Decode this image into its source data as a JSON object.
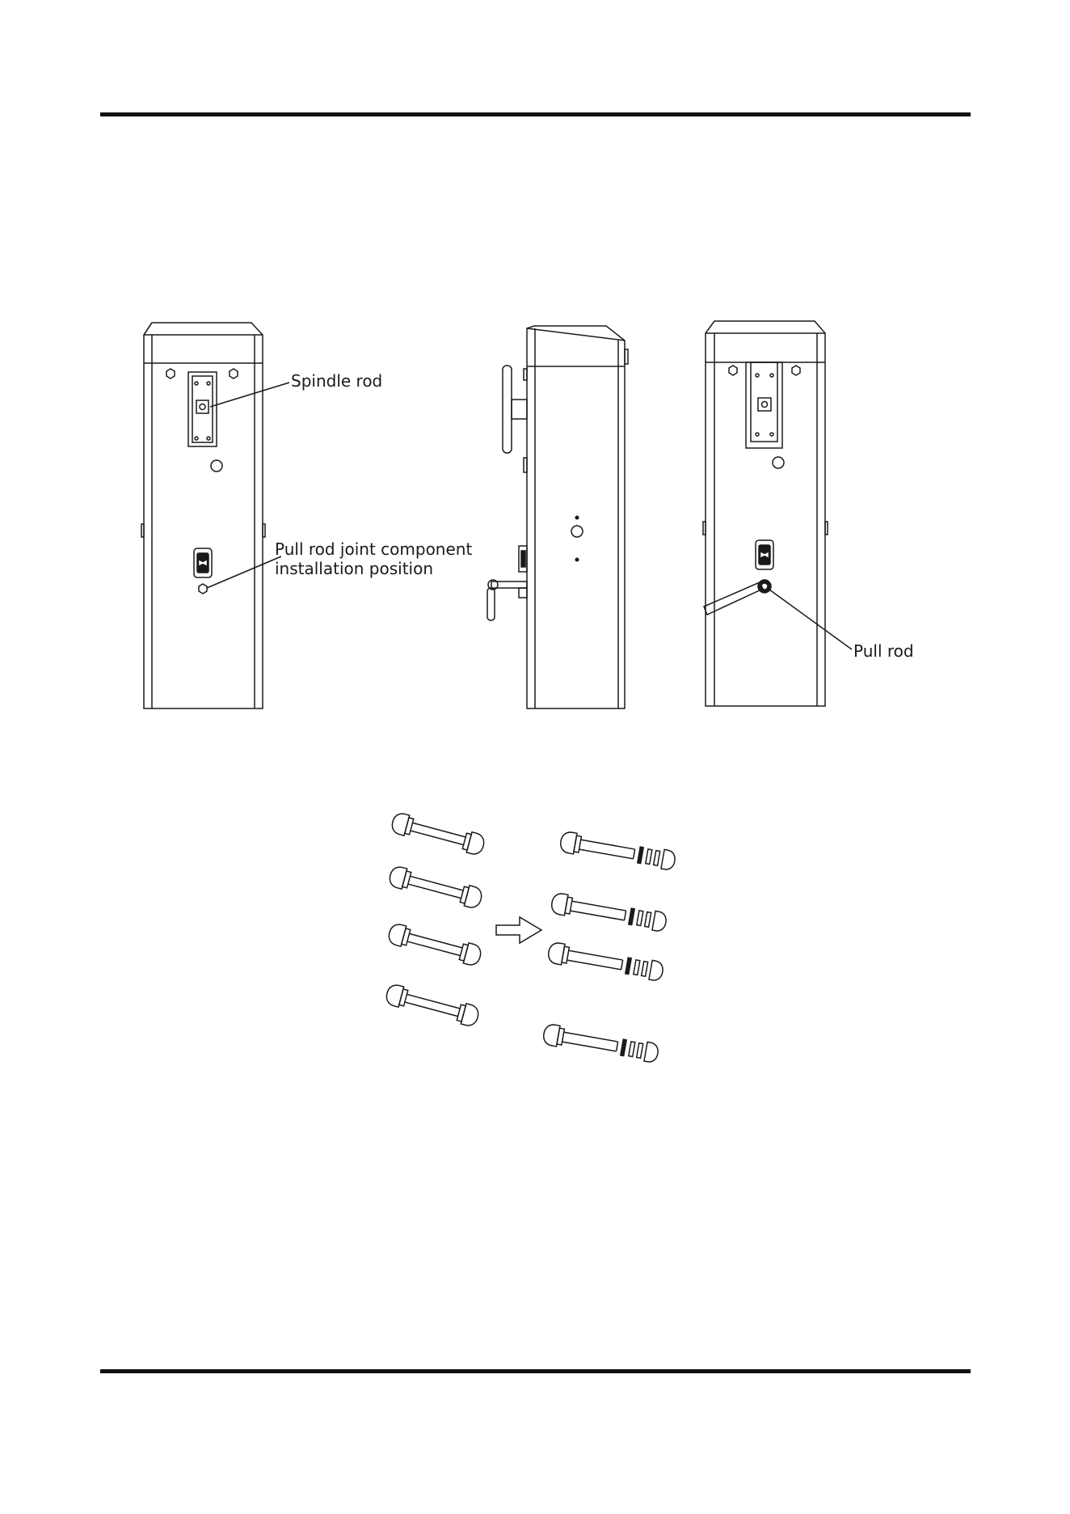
{
  "figure_top": {
    "labels": {
      "spindle_rod": "Spindle rod",
      "pull_rod_joint_line1": "Pull rod joint component",
      "pull_rod_joint_line2": "installation position",
      "pull_rod": "Pull rod"
    }
  },
  "colors": {
    "line": "#1a1a1a",
    "rule": "#111111"
  },
  "icons": [
    "barrier-cabinet-front",
    "barrier-cabinet-side",
    "barrier-cabinet-front-with-pull-rod",
    "arrow-right-icon",
    "rod-assembly-bolt"
  ]
}
